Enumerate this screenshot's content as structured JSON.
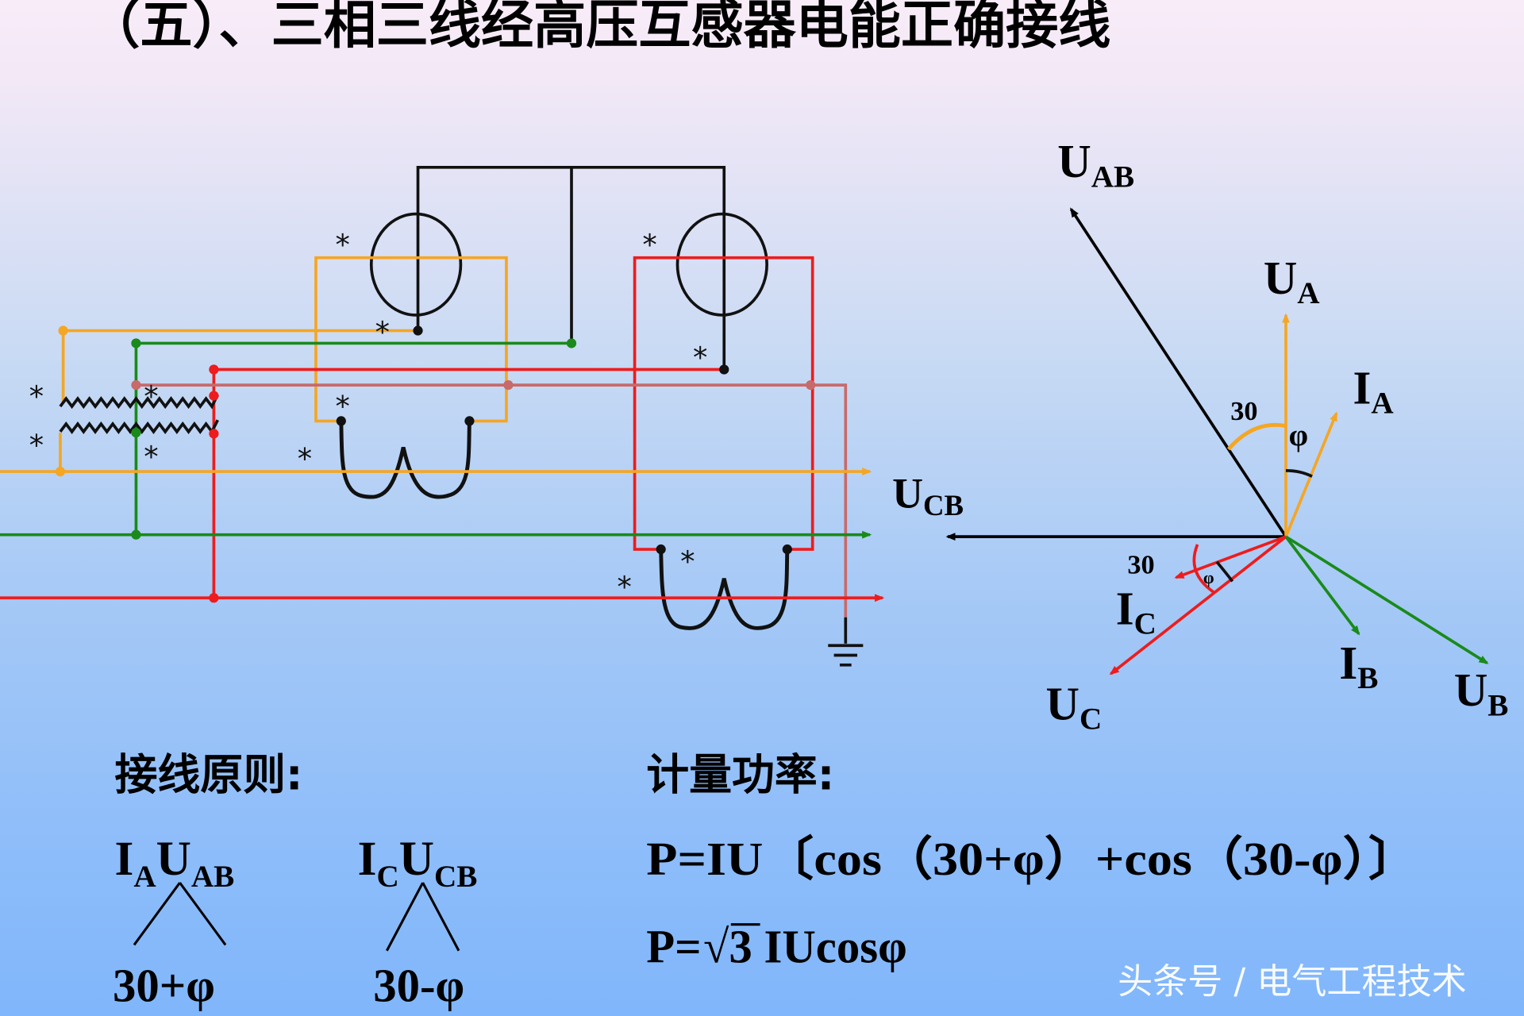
{
  "title": "（五）、三相三线经高压互感器电能正确接线",
  "colors": {
    "phase_a": "#f5a623",
    "phase_b": "#1a8a1a",
    "phase_c": "#ee1c1c",
    "neutral_return": "#c86a6a"
  },
  "circuit": {
    "asterisk": "*",
    "ucb_label": "U",
    "ucb_sub": "CB"
  },
  "phasor": {
    "uab": {
      "main": "U",
      "sub": "AB"
    },
    "ua": {
      "main": "U",
      "sub": "A"
    },
    "ia": {
      "main": "I",
      "sub": "A"
    },
    "ucb": {
      "main": "U",
      "sub": "CB"
    },
    "ic": {
      "main": "I",
      "sub": "C"
    },
    "uc": {
      "main": "U",
      "sub": "C"
    },
    "ib": {
      "main": "I",
      "sub": "B"
    },
    "ub": {
      "main": "U",
      "sub": "B"
    },
    "angle_30_a": "30",
    "angle_phi_a": "φ",
    "angle_30_c": "30",
    "angle_phi_c": "φ"
  },
  "principle": {
    "heading": "接线原则:",
    "pair1": {
      "i": "I",
      "i_sub": "A",
      "u": "U",
      "u_sub": "AB",
      "angle": "30+φ"
    },
    "pair2": {
      "i": "I",
      "i_sub": "C",
      "u": "U",
      "u_sub": "CB",
      "angle": "30-φ"
    }
  },
  "power": {
    "heading": "计量功率:",
    "formula1": "P=IU〔cos（30+φ）+cos（30-φ）〕",
    "formula2_prefix": "P=",
    "formula2_root": "3",
    "formula2_suffix": " IUcosφ"
  },
  "watermark": "头条号 / 电气工程技术"
}
